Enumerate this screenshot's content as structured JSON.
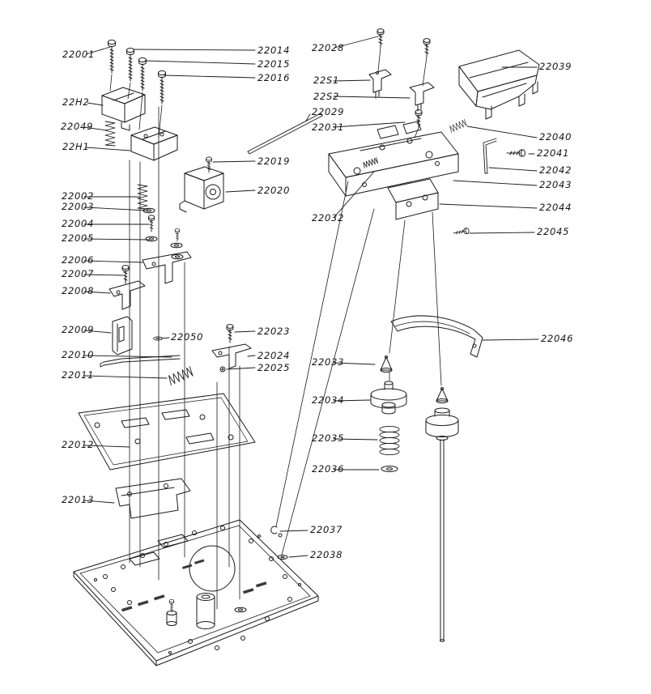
{
  "figure": {
    "kind": "exploded-parts-diagram",
    "background_color": "#ffffff",
    "line_color": "#1a1a1a",
    "text_color": "#141414"
  },
  "labels": [
    {
      "text": "22001"
    },
    {
      "text": "22H2"
    },
    {
      "text": "22049"
    },
    {
      "text": "22H1"
    },
    {
      "text": "22002"
    },
    {
      "text": "22003"
    },
    {
      "text": "22004"
    },
    {
      "text": "22005"
    },
    {
      "text": "22006"
    },
    {
      "text": "22007"
    },
    {
      "text": "22008"
    },
    {
      "text": "22009"
    },
    {
      "text": "22010"
    },
    {
      "text": "22011"
    },
    {
      "text": "22012"
    },
    {
      "text": "22013"
    },
    {
      "text": "22014"
    },
    {
      "text": "22015"
    },
    {
      "text": "22016"
    },
    {
      "text": "22019"
    },
    {
      "text": "22020"
    },
    {
      "text": "22023"
    },
    {
      "text": "22024"
    },
    {
      "text": "22025"
    },
    {
      "text": "22050"
    },
    {
      "text": "22028"
    },
    {
      "text": "22S1"
    },
    {
      "text": "22S2"
    },
    {
      "text": "22029"
    },
    {
      "text": "22031"
    },
    {
      "text": "22032"
    },
    {
      "text": "22033"
    },
    {
      "text": "22034"
    },
    {
      "text": "22035"
    },
    {
      "text": "22036"
    },
    {
      "text": "22037"
    },
    {
      "text": "22038"
    },
    {
      "text": "22039"
    },
    {
      "text": "22040"
    },
    {
      "text": "22041"
    },
    {
      "text": "22042"
    },
    {
      "text": "22043"
    },
    {
      "text": "22044"
    },
    {
      "text": "22045"
    },
    {
      "text": "22046"
    }
  ]
}
